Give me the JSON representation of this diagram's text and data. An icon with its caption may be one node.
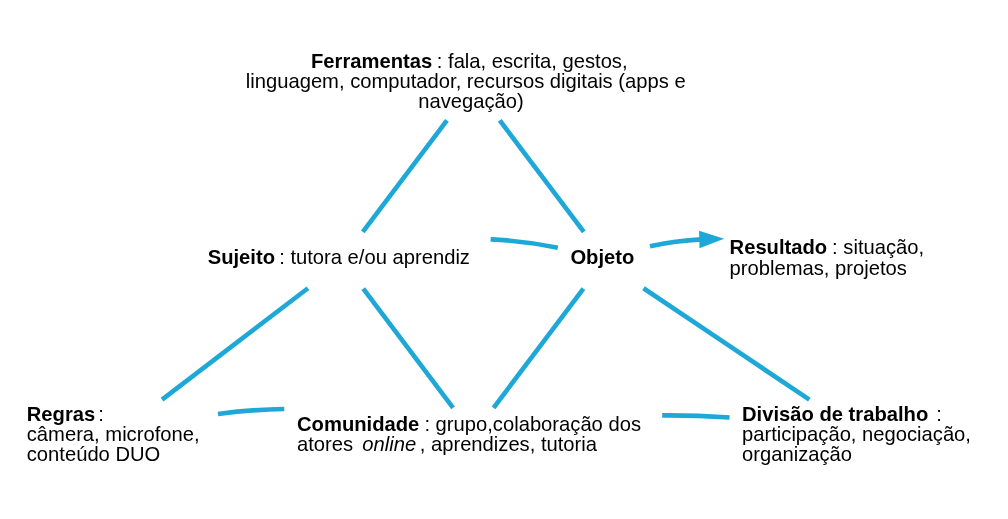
{
  "diagram": {
    "nodes": [
      {
        "text": [
          "**Ferramentas**: fala, escrita, gestos, linguagem, computador, recursos digitais (apps e navegação)"
        ]
      },
      {
        "text": [
          "**Sujeito**: tutora e/ou aprendiz"
        ]
      },
      {
        "text": [
          "**Objeto**"
        ]
      },
      {
        "text": [
          "**Resultado**: situação, problemas, projetos"
        ]
      },
      {
        "text": [
          "**Regras**: câmera, microfone, conteúdo DUO"
        ]
      },
      {
        "text": [
          "**Comunidade**: grupo,colaboração dos atores *online*, aprendizes, tutoria"
        ]
      },
      {
        "text": [
          "**Divisão de trabalho**: participação, negociação, organização"
        ]
      }
    ],
    "edges": [
      {
        "from": 0,
        "to": 1,
        "arrow": "none"
      },
      {
        "from": 0,
        "to": 2,
        "arrow": "none"
      },
      {
        "from": 1,
        "to": 2,
        "arrow": "none"
      },
      {
        "from": 1,
        "to": 4,
        "arrow": "none"
      },
      {
        "from": 4,
        "to": 5,
        "arrow": "none"
      },
      {
        "from": 5,
        "to": 6,
        "arrow": "none"
      },
      {
        "from": 2,
        "to": 6,
        "arrow": "none"
      },
      {
        "from": 1,
        "to": 5,
        "arrow": "none"
      },
      {
        "from": 2,
        "to": 5,
        "arrow": "none"
      },
      {
        "from": 2,
        "to": 3,
        "arrow": "to"
      }
    ]
  }
}
